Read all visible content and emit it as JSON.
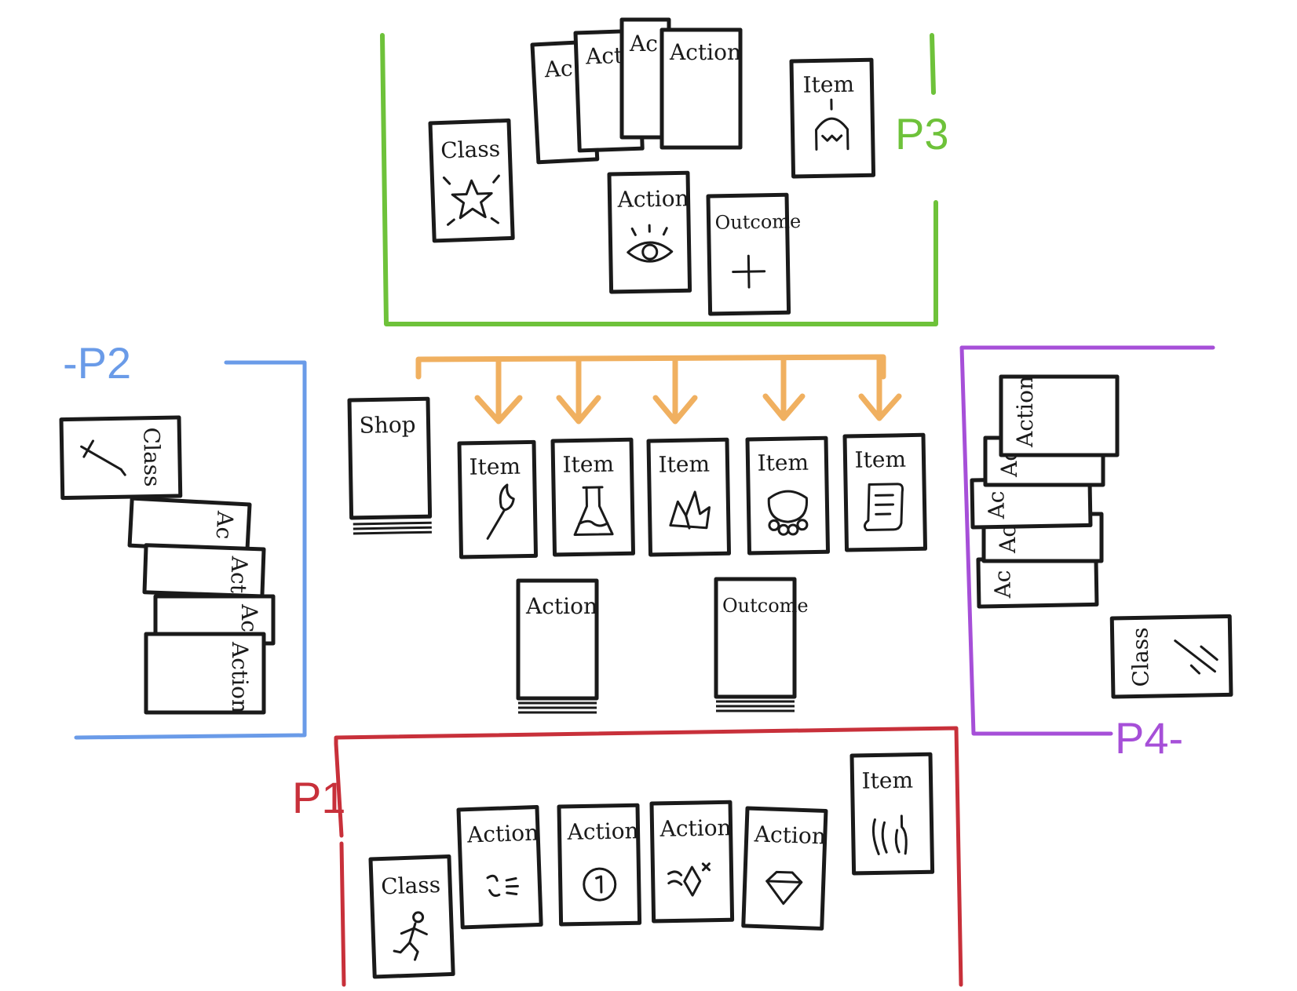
{
  "labels": {
    "class": "Class",
    "action": "Action",
    "action_partial_2": "Ac",
    "action_partial_3": "Act",
    "item": "Item",
    "outcome": "Outcome",
    "shop": "Shop"
  },
  "zones": {
    "p1": {
      "name": "P1",
      "color": "#c8303a"
    },
    "p2": {
      "name": "-P2",
      "color": "#6a9be8"
    },
    "p3": {
      "name": "P3",
      "color": "#6ec23a"
    },
    "p4": {
      "name": "P4-",
      "color": "#a64fd8"
    }
  },
  "arrow_color": "#f0b060",
  "icons": {
    "p3_class": "star-icon",
    "p3_item": "helmet-icon",
    "p3_action": "eye-icon",
    "p3_outcome": "plus-icon",
    "p2_class": "sword-icon",
    "p4_class": "slash-icon",
    "shop_items": [
      "torch-icon",
      "flask-icon",
      "crystal-icon",
      "necklace-icon",
      "scroll-icon"
    ],
    "p1_class": "runner-icon",
    "p1_actions": [
      "face-icon",
      "coin-icon",
      "sparkle-icon",
      "gem-icon"
    ],
    "p1_item": "gloves-icon"
  }
}
